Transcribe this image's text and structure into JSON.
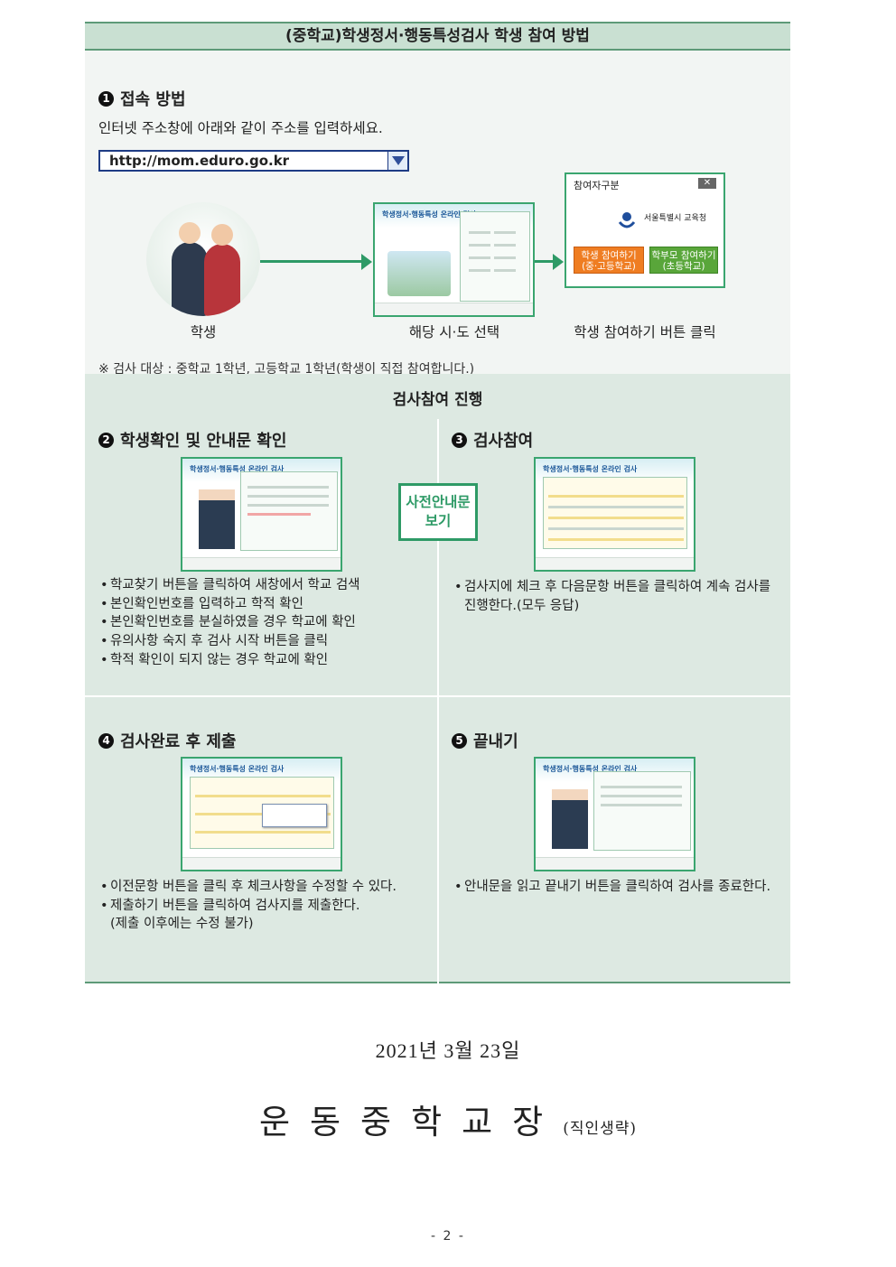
{
  "title": "(중학교)학생정서·행동특성검사 학생 참여 방법",
  "access": {
    "number": "1",
    "heading": "접속 방법",
    "description": "인터넷 주소창에 아래와 같이 주소를 입력하세요.",
    "url": "http://mom.eduro.go.kr",
    "steps": [
      "학생",
      "해당 시·도 선택",
      "학생 참여하기 버튼 클릭"
    ],
    "site_title": "학생정서·행동특성 온라인 검사",
    "popup": {
      "title": "참여자구분",
      "close": "✕",
      "office": "서울특별시 교육청",
      "student_button": "학생 참여하기",
      "student_sub": "(중·고등학교)",
      "parent_button": "학부모 참여하기",
      "parent_sub": "(초등학교)"
    },
    "note": "※ 검사 대상 : 중학교 1학년, 고등학교 1학년(학생이 직접 참여합니다.)"
  },
  "progress": {
    "title": "검사참여 진행",
    "guide_button": "사전안내문 보기",
    "step2": {
      "number": "2",
      "heading": "학생확인 및 안내문 확인",
      "bullets": [
        "학교찾기 버튼을 클릭하여 새창에서 학교 검색",
        "본인확인번호를 입력하고 학적 확인",
        "본인확인번호를 분실하였을 경우 학교에 확인",
        "유의사항 숙지 후 검사 시작 버튼을 클릭",
        "학적 확인이 되지 않는 경우 학교에 확인"
      ]
    },
    "step3": {
      "number": "3",
      "heading": "검사참여",
      "bullet_line1": "검사지에 체크 후 다음문항 버튼을 클릭하여 계속 검사를",
      "bullet_line2": "진행한다.(모두 응답)"
    },
    "step4": {
      "number": "4",
      "heading": "검사완료 후 제출",
      "bullet1": "이전문항 버튼을 클릭 후 체크사항을 수정할 수 있다.",
      "bullet2": "제출하기 버튼을 클릭하여 검사지를 제출한다.",
      "bullet2_cont": "(제출 이후에는 수정 불가)"
    },
    "step5": {
      "number": "5",
      "heading": "끝내기",
      "bullet": "안내문을 읽고 끝내기 버튼을 클릭하여 검사를 종료한다."
    }
  },
  "date": "2021년  3월  23일",
  "signature": {
    "name": "운동중학교장",
    "seal": "(직인생략)"
  },
  "page": "- 2 -",
  "colors": {
    "accent": "#2e9a66",
    "header_bg": "#c9e0d2",
    "progress_bg": "#dde9e2"
  }
}
